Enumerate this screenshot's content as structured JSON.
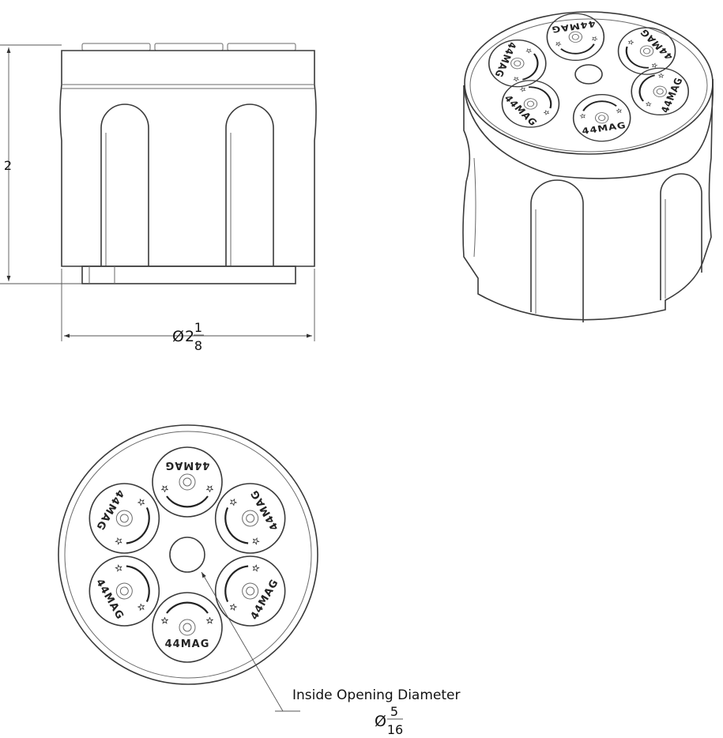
{
  "colors": {
    "line": "#3a3a3a",
    "background": "#ffffff",
    "text": "#111111"
  },
  "dimensions": {
    "height": {
      "value": "2"
    },
    "diameter": {
      "symbol": "Ø",
      "whole": "2",
      "numerator": "1",
      "denominator": "8"
    },
    "opening": {
      "label": "Inside Opening Diameter",
      "symbol": "Ø",
      "numerator": "5",
      "denominator": "16"
    }
  },
  "chamber_stamp": "44MAG",
  "chamber_count": 6,
  "icons": [
    "star-icon",
    "chamber-bore-icon"
  ]
}
